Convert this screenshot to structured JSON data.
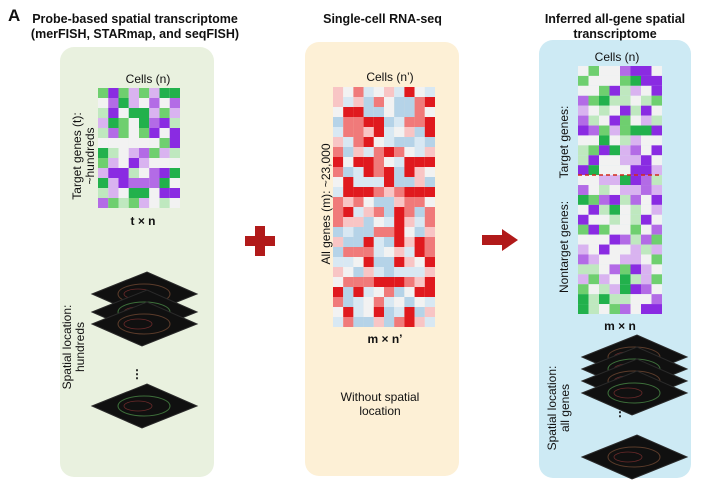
{
  "figure_letter": "A",
  "left": {
    "title_line1": "Probe-based spatial transcriptome",
    "title_line2": "(merFISH, STARmap, and seqFISH)",
    "cells_label": "Cells (n)",
    "row_label_line1": "Target genes (t):",
    "row_label_line2": "~hundreds",
    "dims_label": "t × n",
    "spatial_line1": "Spatial location:",
    "spatial_line2": "hundreds",
    "ellipsis": "⋮",
    "panel_color": "#e9f1df"
  },
  "middle": {
    "title": "Single-cell RNA-seq",
    "cells_label": "Cells (n’)",
    "row_label": "All genes (m): ~23,000",
    "dims_label": "m × n’",
    "note_line1": "Without spatial",
    "note_line2": "location",
    "panel_color": "#fdf0d6"
  },
  "right": {
    "title_line1": "Inferred all-gene spatial",
    "title_line2": "transcriptome",
    "cells_label": "Cells (n)",
    "target_label": "Target genes:",
    "nontarget_label": "Nontarget genes:",
    "dims_label": "m × n",
    "spatial_line1": "Spatial location:",
    "spatial_line2": "all genes",
    "ellipsis": "⋮",
    "panel_color": "#cdeaf4"
  },
  "operators": {
    "plus_icon": "plus-icon",
    "arrow_icon": "arrow-right-icon",
    "color": "#b11a1a"
  },
  "palette": {
    "purple": [
      "#8a2be2",
      "#b36be6",
      "#d9b3f0"
    ],
    "green": [
      "#22b14c",
      "#6fcf6f",
      "#bfe8bf"
    ],
    "red": [
      "#e0191e",
      "#f07a7a",
      "#f8c5c5"
    ],
    "blue": [
      "#b5d3e8",
      "#d8e8f3"
    ],
    "neutral": "#f2f2f2"
  }
}
